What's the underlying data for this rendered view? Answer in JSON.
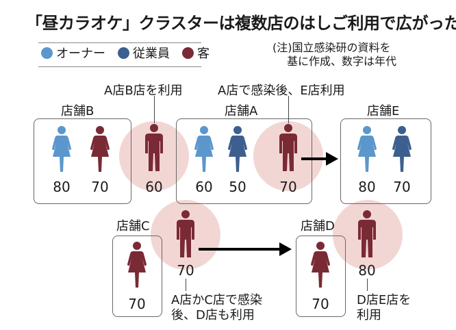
{
  "title": "「昼カラオケ」クラスターは複数店のはしご利用で広がった",
  "legend": {
    "items": [
      {
        "label": "オーナー",
        "role": "owner",
        "color": "#5b97cc"
      },
      {
        "label": "従業員",
        "role": "staff",
        "color": "#3d5f8f"
      },
      {
        "label": "客",
        "role": "customer",
        "color": "#7a2a35"
      }
    ]
  },
  "note": {
    "line1": "(注)国立感染研の資料を",
    "line2": "基に作成、数字は年代"
  },
  "colors": {
    "owner": "#5b97cc",
    "staff": "#3d5f8f",
    "customer": "#7a2a35",
    "halo": "#f0cfcd"
  },
  "stores": {
    "B": {
      "label": "店舗B",
      "people": [
        {
          "role": "owner",
          "gender": "female",
          "age": "80"
        },
        {
          "role": "customer",
          "gender": "female",
          "age": "70"
        }
      ]
    },
    "A": {
      "label": "店舗A",
      "people": [
        {
          "role": "owner",
          "gender": "female",
          "age": "60"
        },
        {
          "role": "staff",
          "gender": "female",
          "age": "50"
        }
      ]
    },
    "E": {
      "label": "店舗E",
      "people": [
        {
          "role": "owner",
          "gender": "female",
          "age": "80"
        },
        {
          "role": "staff",
          "gender": "female",
          "age": "70"
        }
      ]
    },
    "C": {
      "label": "店舗C",
      "people": [
        {
          "role": "customer",
          "gender": "female",
          "age": "70"
        }
      ]
    },
    "D": {
      "label": "店舗D",
      "people": [
        {
          "role": "customer",
          "gender": "female",
          "age": "70"
        }
      ]
    }
  },
  "travelers": [
    {
      "id": "t1",
      "age": "60",
      "annotation": "A店B店を利用"
    },
    {
      "id": "t2",
      "age": "70",
      "annotation": "A店で感染後、E店利用"
    },
    {
      "id": "t3",
      "age": "70",
      "annotation_line1": "A店かC店で感染",
      "annotation_line2": "後、D店も利用"
    },
    {
      "id": "t4",
      "age": "80",
      "annotation_line1": "D店E店を",
      "annotation_line2": "利用"
    }
  ]
}
